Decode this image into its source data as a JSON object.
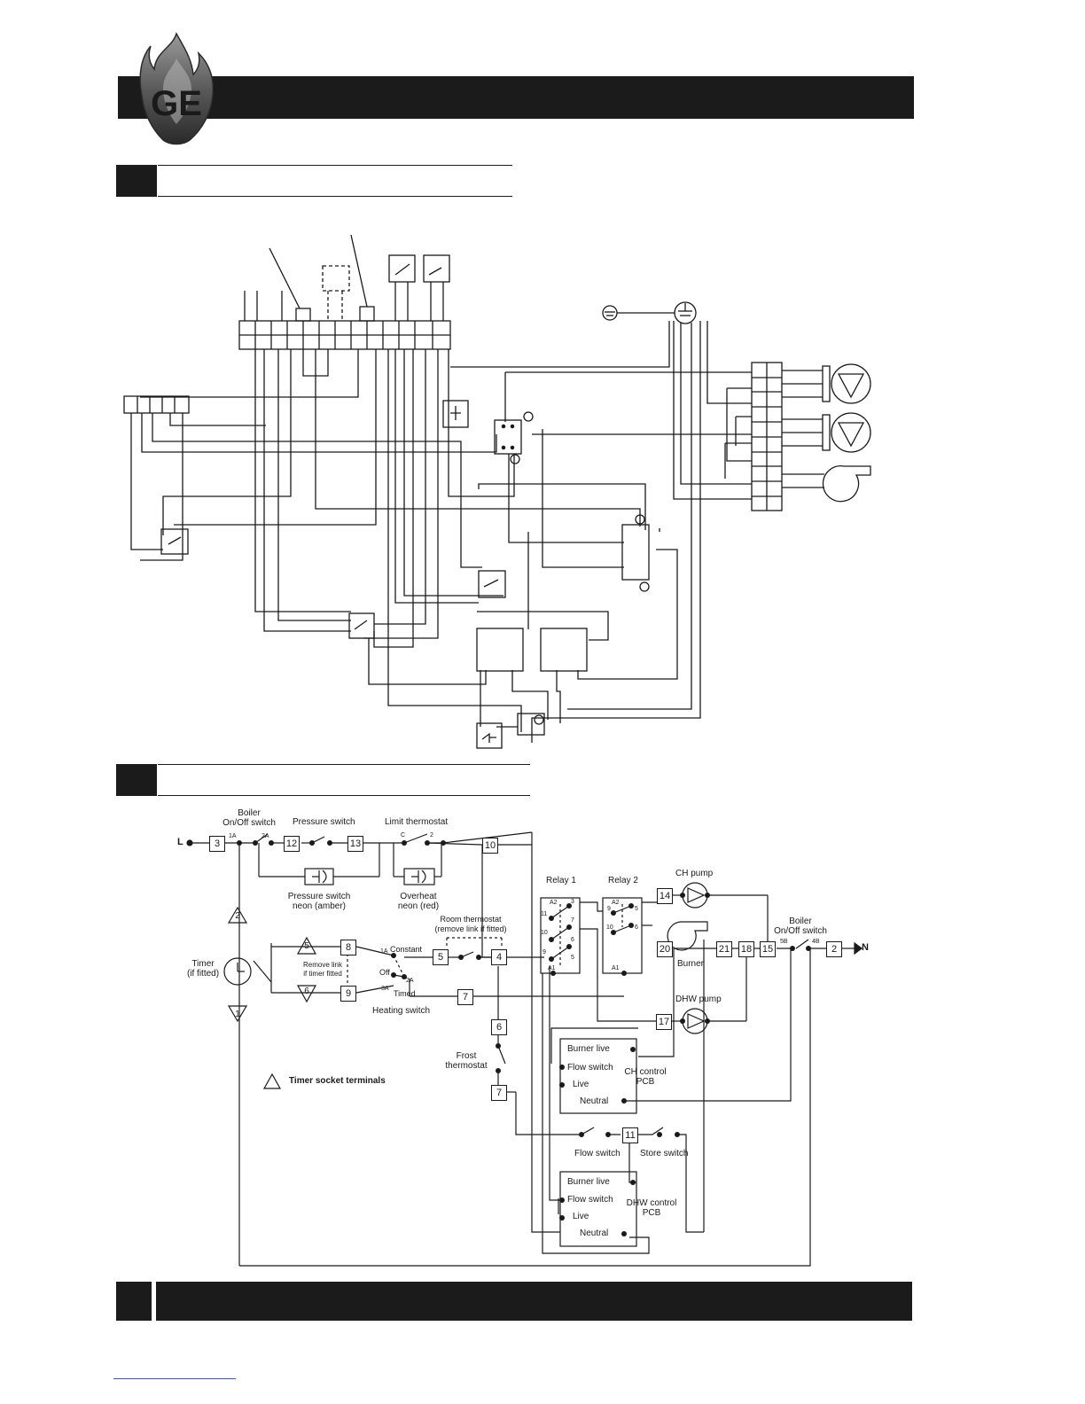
{
  "header": {
    "logo_letters": "GE"
  },
  "schematic": {
    "labels": {
      "L": "L",
      "N": "N",
      "boiler_switch_top": "Boiler\nOn/Off switch",
      "pressure_switch": "Pressure switch",
      "limit_thermostat": "Limit thermostat",
      "pressure_neon": "Pressure switch\nneon (amber)",
      "overheat_neon": "Overheat\nneon (red)",
      "relay1": "Relay 1",
      "relay2": "Relay 2",
      "ch_pump": "CH pump",
      "burner": "Burner",
      "boiler_switch_right": "Boiler\nOn/Off switch",
      "room_thermostat": "Room thermostat\n(remove link if fitted)",
      "timer": "Timer\n(if fitted)",
      "remove_link": "Remove link\nif timer fitted",
      "constant": "Constant",
      "off": "Off",
      "timed": "Timed",
      "heating_switch": "Heating switch",
      "frost_thermostat": "Frost\nthermostat",
      "timer_socket": "Timer socket terminals",
      "dhw_pump": "DHW pump",
      "ch_pcb": "CH control\nPCB",
      "dhw_pcb": "DHW control\nPCB",
      "burner_live": "Burner live",
      "flow_switch_pcb": "Flow switch",
      "live": "Live",
      "neutral": "Neutral",
      "flow_switch": "Flow switch",
      "store_switch": "Store switch"
    },
    "terminals": {
      "t3": "3",
      "t12": "12",
      "t13": "13",
      "t10": "10",
      "t8": "8",
      "t9": "9",
      "t5": "5",
      "t4": "4",
      "t7a": "7",
      "t6": "6",
      "t7b": "7",
      "t14": "14",
      "t20": "20",
      "t21": "21",
      "t18": "18",
      "t15": "15",
      "t2": "2",
      "t17": "17",
      "t11": "11"
    },
    "timer_triangles": {
      "tri2": "2",
      "tri5": "5",
      "tri6": "6",
      "tri1": "1"
    },
    "contacts": {
      "c1A": "1A",
      "c2A": "2A",
      "cC": "C",
      "c2": "2",
      "c1A_h": "1A",
      "c2A_h": "2A",
      "c3A": "3A",
      "r1_A2": "A2",
      "r1_3": "3",
      "r1_11": "11",
      "r1_7": "7",
      "r1_10": "10",
      "r1_6": "6",
      "r1_9": "9",
      "r1_5": "5",
      "r1_A1": "A1",
      "r2_A2": "A2",
      "r2_9": "9",
      "r2_5": "5",
      "r2_10": "10",
      "r2_6": "6",
      "r2_A1": "A1",
      "c5B": "5B",
      "c4B": "4B"
    }
  }
}
